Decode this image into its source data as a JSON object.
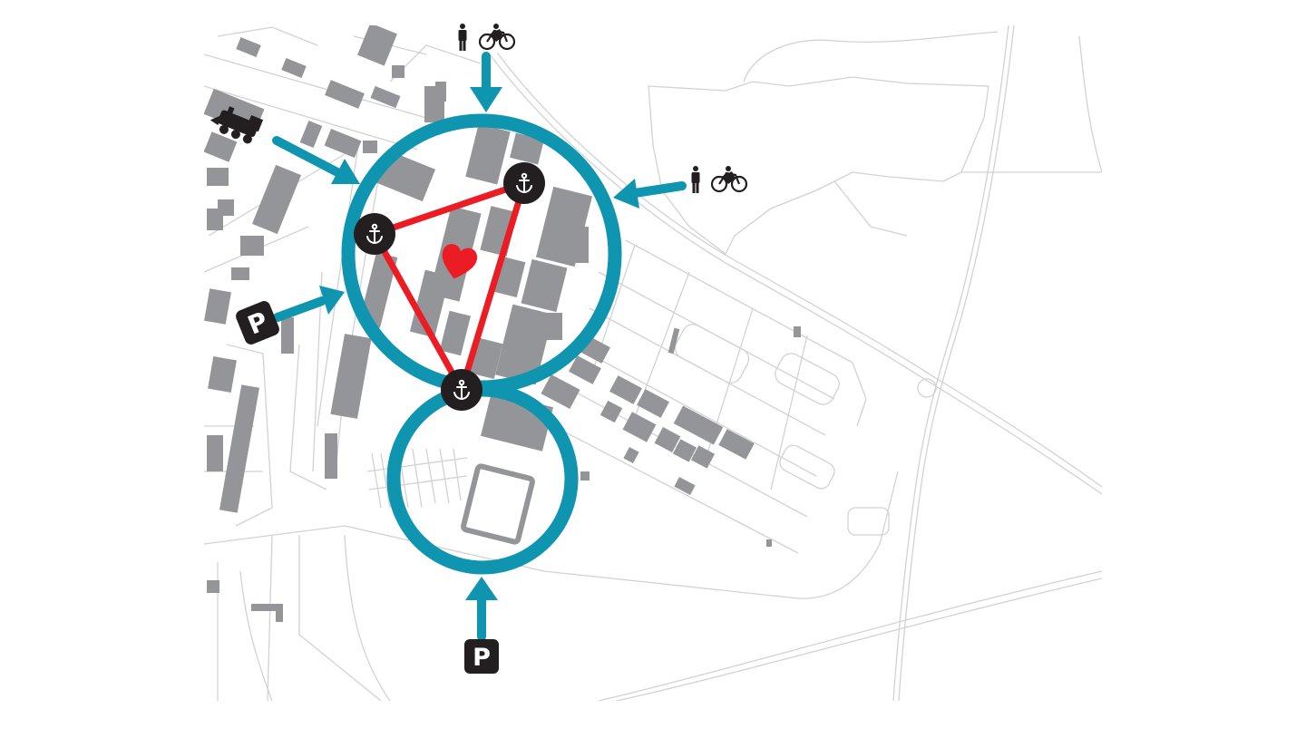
{
  "colors": {
    "background": "#ffffff",
    "road_line": "#d2d2d2",
    "building": "#939598",
    "ring": "#0f95b0",
    "arrow": "#0f95b0",
    "link": "#ec1c24",
    "heart": "#ec1c24",
    "marker": "#231f20",
    "parking_badge": "#231f20",
    "parking_text": "#ffffff"
  },
  "map": {
    "zones": [
      {
        "name": "core-district",
        "shape": "circle"
      },
      {
        "name": "south-district",
        "shape": "circle"
      }
    ],
    "anchors": [
      {
        "name": "anchor-west",
        "icon": "anchor-icon"
      },
      {
        "name": "anchor-northeast",
        "icon": "anchor-icon"
      },
      {
        "name": "anchor-south",
        "icon": "anchor-icon"
      }
    ],
    "center_icon": "heart-icon",
    "access_points": [
      {
        "name": "access-north",
        "mode": [
          "pedestrian-icon",
          "cyclist-icon"
        ]
      },
      {
        "name": "access-east",
        "mode": [
          "pedestrian-icon",
          "cyclist-icon"
        ]
      },
      {
        "name": "access-northwest",
        "mode": [
          "train-icon"
        ]
      },
      {
        "name": "access-west",
        "mode": [
          "parking-icon"
        ]
      },
      {
        "name": "access-south",
        "mode": [
          "parking-icon"
        ]
      }
    ]
  },
  "parking": {
    "west_label": "P",
    "south_label": "P"
  }
}
